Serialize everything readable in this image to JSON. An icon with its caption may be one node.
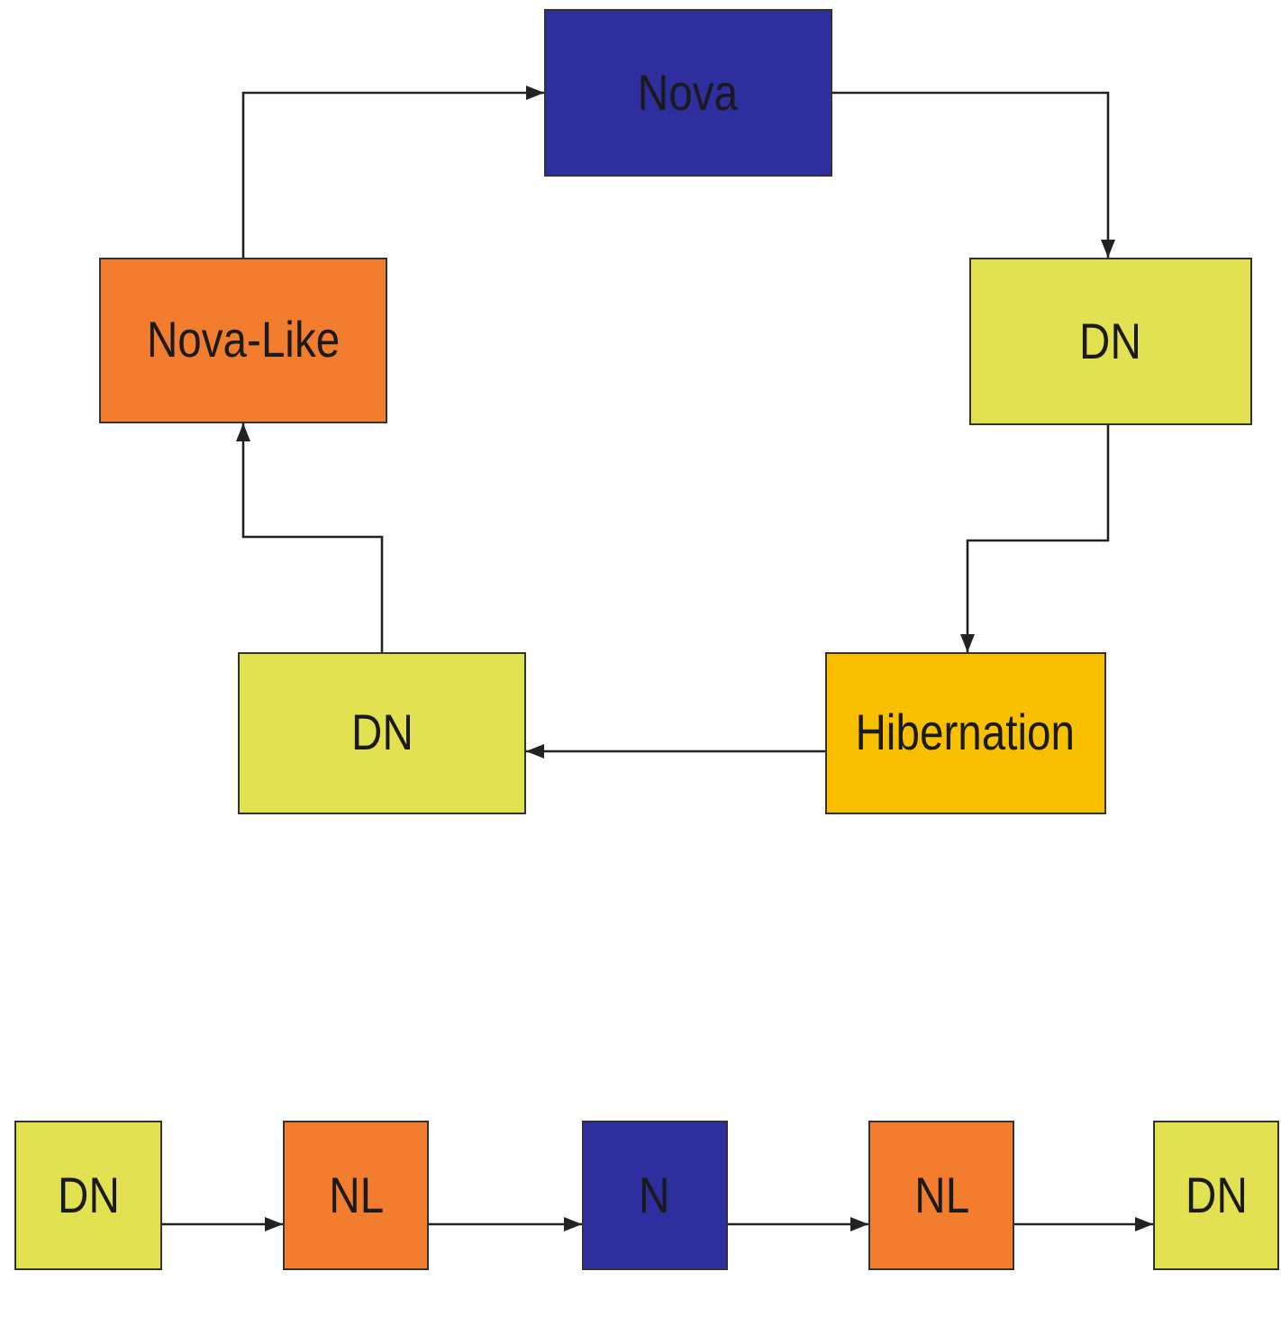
{
  "diagram": {
    "nodes": [
      {
        "text": [
          "Nova"
        ]
      },
      {
        "text": [
          "DN"
        ]
      },
      {
        "text": [
          "Nova-Like"
        ]
      },
      {
        "text": [
          "DN"
        ]
      },
      {
        "text": [
          "Hibernation"
        ]
      },
      {
        "text": [
          "DN"
        ]
      },
      {
        "text": [
          "NL"
        ]
      },
      {
        "text": [
          "N"
        ]
      },
      {
        "text": [
          "NL"
        ]
      },
      {
        "text": [
          "DN"
        ]
      }
    ],
    "edges": [
      {
        "from": 2,
        "to": 0,
        "arrow": "to"
      },
      {
        "from": 0,
        "to": 1,
        "arrow": "to"
      },
      {
        "from": 1,
        "to": 4,
        "arrow": "to"
      },
      {
        "from": 4,
        "to": 3,
        "arrow": "to"
      },
      {
        "from": 3,
        "to": 2,
        "arrow": "to"
      },
      {
        "from": 5,
        "to": 6,
        "arrow": "to"
      },
      {
        "from": 6,
        "to": 7,
        "arrow": "to"
      },
      {
        "from": 7,
        "to": 8,
        "arrow": "to"
      },
      {
        "from": 8,
        "to": 9,
        "arrow": "to"
      }
    ]
  }
}
